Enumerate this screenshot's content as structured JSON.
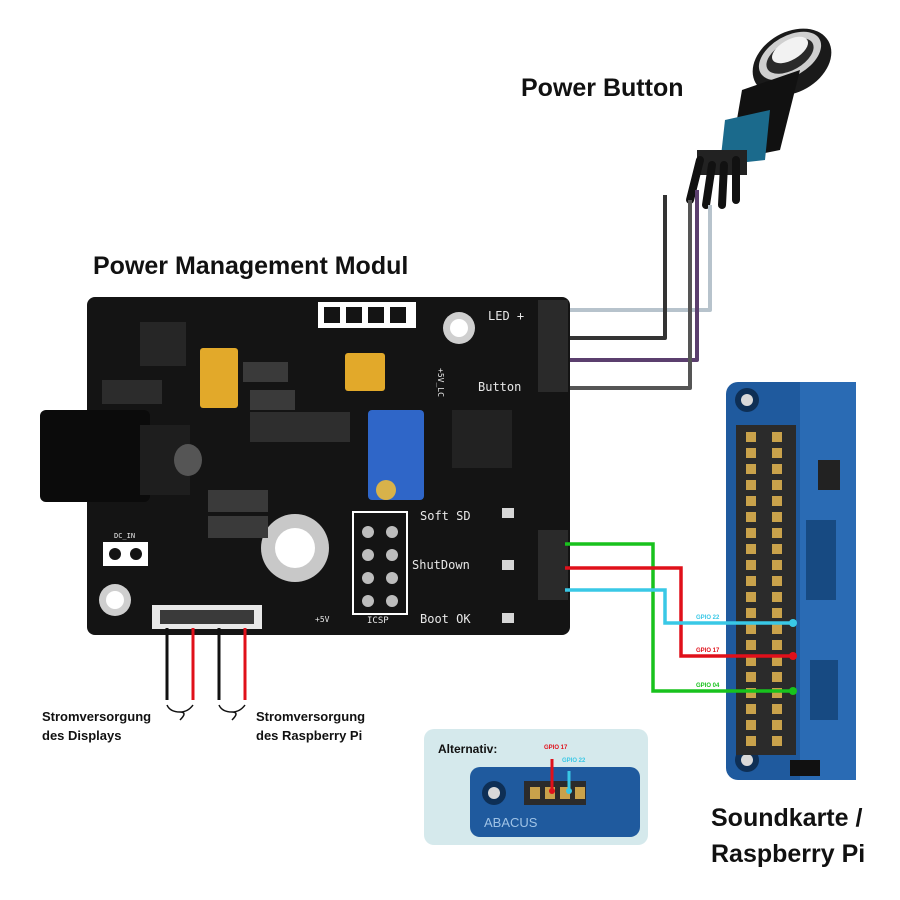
{
  "titles": {
    "power_button": "Power Button",
    "pm_modul": "Power Management Modul",
    "soundkarte_line1": "Soundkarte /",
    "soundkarte_line2": "Raspberry Pi"
  },
  "captions": {
    "display_line1": "Stromversorgung",
    "display_line2": "des Displays",
    "pi_line1": "Stromversorgung",
    "pi_line2": "des Raspberry Pi"
  },
  "board_labels": {
    "led": "LED +",
    "button": "Button",
    "soft_sd": "Soft SD",
    "shutdown": "ShutDown",
    "boot_ok": "Boot OK",
    "icsp": "ICSP",
    "dc_in": "DC_IN",
    "plus_5v": "+5V",
    "plus_5v_lc": "+5V_LC"
  },
  "gpio_labels": {
    "gpio22": "GPIO 22",
    "gpio17": "GPIO 17",
    "gpio04": "GPIO 04"
  },
  "inset": {
    "title": "Alternativ:",
    "gpio17": "GPIO 17",
    "gpio22": "GPIO 22",
    "board_text": "ABACUS"
  },
  "colors": {
    "pcb": "#141414",
    "pi_board": "#1f5a9e",
    "wire_green": "#18c21d",
    "wire_red": "#e0101a",
    "wire_cyan": "#39c8e6",
    "wire_light": "#b7c3cc",
    "wire_dark": "#333333",
    "wire_purple": "#5b3f6e",
    "wire_grey": "#555555"
  }
}
